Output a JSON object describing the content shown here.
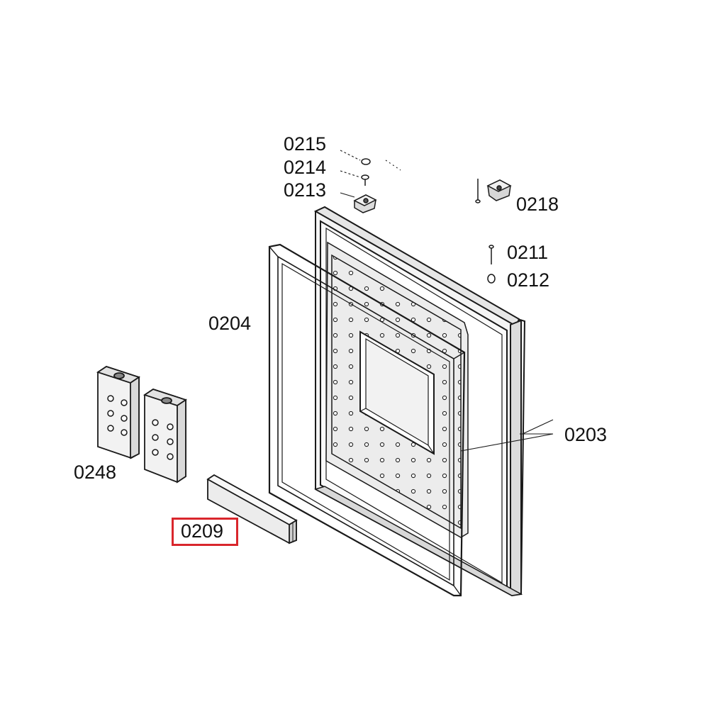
{
  "diagram": {
    "parts": {
      "p0215": "0215",
      "p0214": "0214",
      "p0213": "0213",
      "p0218": "0218",
      "p0211": "0211",
      "p0212": "0212",
      "p0204": "0204",
      "p0203": "0203",
      "p0248": "0248",
      "p0209": "0209"
    },
    "highlighted_part": "0209",
    "highlight_color": "#d9262c",
    "line_color": "#1a1a1a"
  }
}
